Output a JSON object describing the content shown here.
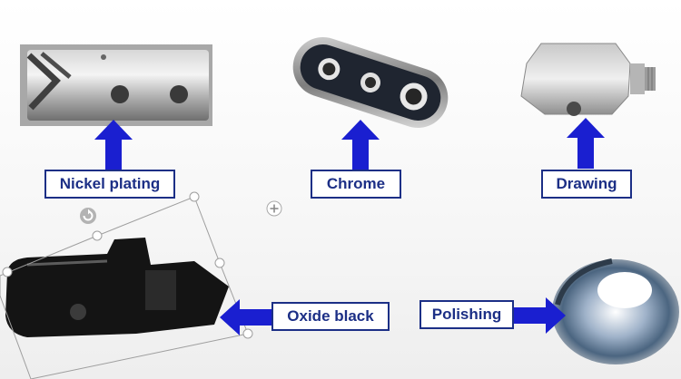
{
  "labels": {
    "nickel": "Nickel plating",
    "chrome": "Chrome",
    "drawing": "Drawing",
    "oxide": "Oxide black",
    "polishing": "Polishing"
  },
  "icons": {
    "arrow_up": "arrow-up-icon",
    "arrow_left": "arrow-left-icon",
    "arrow_right": "arrow-right-icon",
    "rotate": "rotate-handle-icon",
    "add": "add-icon"
  },
  "colors": {
    "arrow": "#1a1fd0",
    "label_border": "#1c2f86",
    "label_text": "#1c2f86",
    "handle": "#b3b3b3"
  }
}
